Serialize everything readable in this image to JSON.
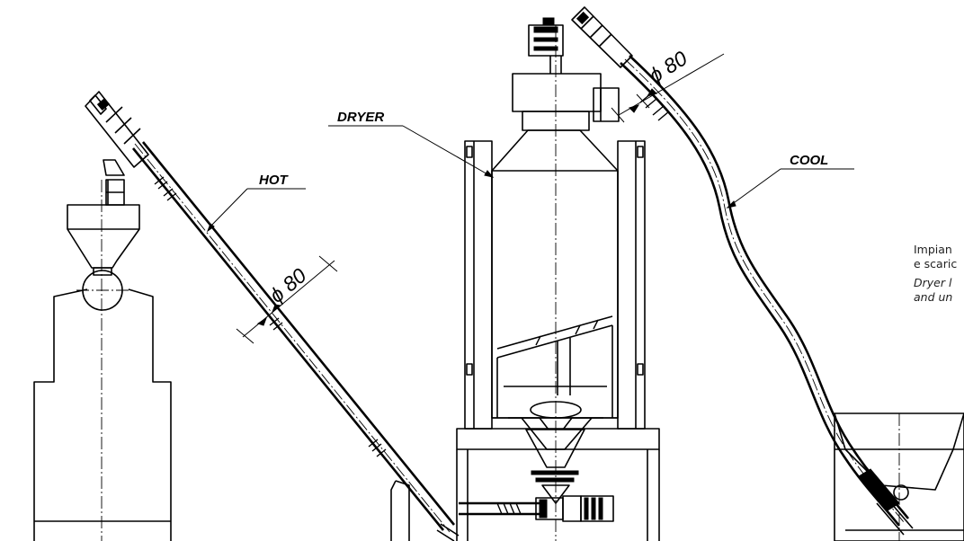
{
  "labels": {
    "dryer": "DRYER",
    "hot": "HOT",
    "cool": "COOL",
    "diameter_hot": "ϕ 80",
    "diameter_cool": "ϕ 80"
  },
  "caption": {
    "it_line1": "Impian",
    "it_line2": "e scaric",
    "en_line1": "Dryer l",
    "en_line2": "and un"
  }
}
